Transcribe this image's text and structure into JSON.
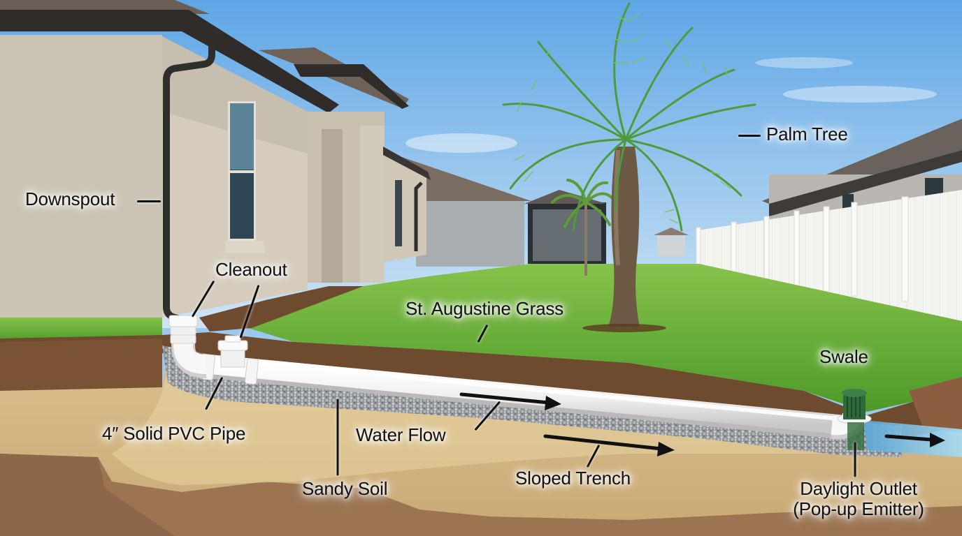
{
  "diagram": {
    "subject": "Residential downspout drainage system cross-section",
    "colors": {
      "sky": "#9cc8ee",
      "stucco": "#cfc6b6",
      "roof": "#6b5f55",
      "gutter": "#3a3a3a",
      "grass": "#5fa532",
      "topsoil": "#6e4a2e",
      "sand": "#d8bd8a",
      "gravel": "#9a9da0",
      "pipe": "#f2f2f2",
      "emitter": "#2f6b3a",
      "water": "#6fb7df",
      "fence": "#f4f4f2",
      "label_text": "#111111"
    },
    "labels": [
      {
        "id": "downspout",
        "text": "Downspout"
      },
      {
        "id": "cleanout",
        "text": "Cleanout"
      },
      {
        "id": "st_augustine_grass",
        "text": "St. Augustine Grass"
      },
      {
        "id": "palm_tree",
        "text": "Palm Tree"
      },
      {
        "id": "swale",
        "text": "Swale"
      },
      {
        "id": "pvc_pipe",
        "text": "4″ Solid PVC Pipe"
      },
      {
        "id": "water_flow",
        "text": "Water Flow"
      },
      {
        "id": "sandy_soil",
        "text": "Sandy Soil"
      },
      {
        "id": "sloped_trench",
        "text": "Sloped Trench"
      },
      {
        "id": "daylight_outlet_line1",
        "text": "Daylight Outlet"
      },
      {
        "id": "daylight_outlet_line2",
        "text": "(Pop-up Emitter)"
      }
    ]
  }
}
